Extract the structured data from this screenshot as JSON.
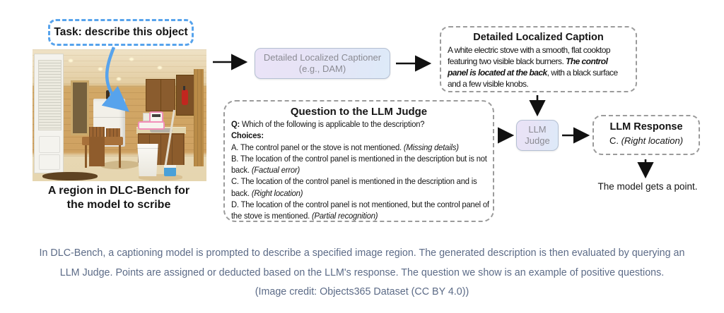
{
  "task_callout": {
    "label": "Task: describe this object"
  },
  "kitchen_image": {
    "caption_line1": "A region in DLC-Bench for",
    "caption_line2": "the model to scribe"
  },
  "captioner_box": {
    "line1": "Detailed Localized Captioner",
    "line2": "(e.g., DAM)"
  },
  "caption_box": {
    "title": "Detailed Localized Caption",
    "body_pre": "A white electric stove with a smooth, flat cooktop featuring two visible black burners. ",
    "body_emphasis": "The control panel is located at the back",
    "body_post": ", with a black surface and a few visible knobs."
  },
  "question_box": {
    "title": "Question to the LLM Judge",
    "q_label": "Q:",
    "q_text": " Which of the following is applicable to the description?",
    "choices_label": "Choices:",
    "choices": [
      {
        "text": "A. The control panel or the stove is not mentioned. ",
        "tag": "(Missing details)"
      },
      {
        "text": "B. The location of the control panel is mentioned in the description but is not back. ",
        "tag": "(Factual error)"
      },
      {
        "text": "C. The location of the control panel is mentioned in the description and is back. ",
        "tag": "(Right location)"
      },
      {
        "text": "D. The location of the control panel is not mentioned, but the control panel of the stove is mentioned. ",
        "tag": "(Partial recognition)"
      }
    ]
  },
  "judge_box": {
    "line1": "LLM",
    "line2": "Judge"
  },
  "response_box": {
    "title": "LLM Response",
    "answer": "C. ",
    "answer_tag": "(Right location)"
  },
  "result_text": "The model gets a point.",
  "footer": {
    "line1": "In DLC-Bench, a captioning model is prompted to describe a specified image region. The generated description is then evaluated by querying an",
    "line2": "LLM Judge. Points are assigned or deducted based on the LLM's response. The question we show is an example of positive questions.",
    "line3": "(Image credit: Objects365 Dataset (CC BY 4.0))"
  },
  "colors": {
    "callout_border": "#57a3ec",
    "pointer_arrow_blue": "#57a3ec",
    "region_highlight_pink": "#f28fb9",
    "model_box_gradient_left": "#eae3f7",
    "model_box_gradient_right": "#ddeaf8",
    "dashed_border_gray": "#9b9b9b",
    "flow_arrow_black": "#111111",
    "footer_text": "#5c6b87"
  }
}
